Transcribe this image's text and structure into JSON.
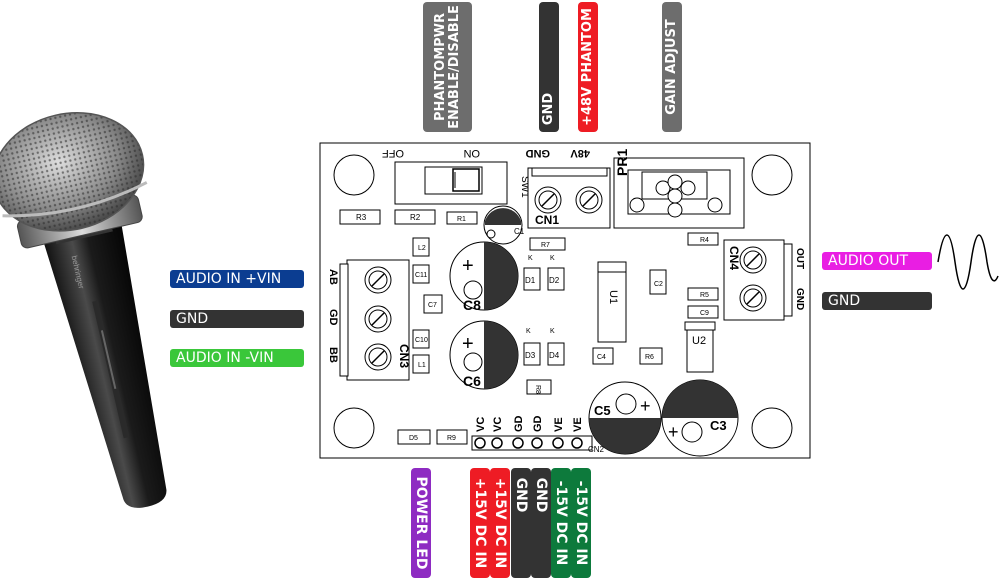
{
  "labels": {
    "phantom_pwr": {
      "text": "PHANTOMPWR\nENABLE/DISABLE",
      "color": "#6d6d6d"
    },
    "gnd_top": {
      "text": "GND",
      "color": "#333333"
    },
    "phantom48": {
      "text": "+48V PHANTOM",
      "color": "#ee1c24"
    },
    "gain_adjust": {
      "text": "GAIN ADJUST",
      "color": "#6d6d6d"
    },
    "audio_in_pos": {
      "text": "AUDIO IN +VIN",
      "color": "#0b3d91"
    },
    "gnd_in": {
      "text": "GND",
      "color": "#333333"
    },
    "audio_in_neg": {
      "text": "AUDIO IN -VIN",
      "color": "#3ac73a"
    },
    "audio_out": {
      "text": "AUDIO OUT",
      "color": "#e91ee3"
    },
    "gnd_out": {
      "text": "GND",
      "color": "#333333"
    },
    "power_led": {
      "text": "POWER LED",
      "color": "#8e2bc2"
    },
    "p15_a": {
      "text": "+15V DC IN",
      "color": "#ee1c24"
    },
    "p15_b": {
      "text": "+15V DC IN",
      "color": "#ee1c24"
    },
    "gnd_a": {
      "text": "GND",
      "color": "#333333"
    },
    "gnd_b": {
      "text": "GND",
      "color": "#333333"
    },
    "m15_a": {
      "text": "-15V DC IN",
      "color": "#0d7a3c"
    },
    "m15_b": {
      "text": "-15V DC IN",
      "color": "#0d7a3c"
    }
  },
  "silkscreen": {
    "switch_off": "OFF",
    "switch_on": "ON",
    "sw1": "SW1",
    "cn1_gnd": "GND",
    "cn1_48v": "48V",
    "cn1": "CN1",
    "pr1": "PR1",
    "r1": "R1",
    "r2": "R2",
    "r3": "R3",
    "r4": "R4",
    "r5": "R5",
    "r6": "R6",
    "r7": "R7",
    "r8": "R8",
    "r9": "R9",
    "c1": "C1",
    "c2": "C2",
    "c3": "C3",
    "c4": "C4",
    "c5": "C5",
    "c6": "C6",
    "c7": "C7",
    "c8": "C8",
    "c9": "C9",
    "c10": "C10",
    "c11": "C11",
    "l1": "L1",
    "l2": "L2",
    "d1": "D1",
    "d2": "D2",
    "d3": "D3",
    "d4": "D4",
    "d5": "D5",
    "k": "K",
    "u1": "U1",
    "u2": "U2",
    "cn3": "CN3",
    "cn3_ab": "AB",
    "cn3_gd": "GD",
    "cn3_bb": "BB",
    "cn4": "CN4",
    "cn4_out": "OUT",
    "cn4_gnd": "GND",
    "cn2": "CN2",
    "cn2_pins": [
      "VC",
      "VC",
      "GD",
      "GD",
      "VE",
      "VE"
    ],
    "plus": "+"
  },
  "mic_brand": "behringer",
  "icons": [
    "microphone-image",
    "sine-wave-icon"
  ]
}
